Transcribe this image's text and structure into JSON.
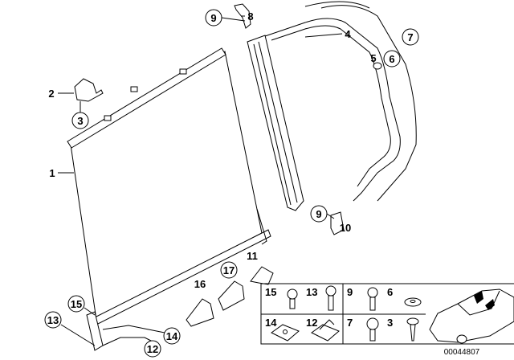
{
  "diagram": {
    "callouts": [
      {
        "id": "c9a",
        "label": "9",
        "circled": true
      },
      {
        "id": "c8",
        "label": "8",
        "circled": false
      },
      {
        "id": "c4",
        "label": "4",
        "circled": false
      },
      {
        "id": "c7",
        "label": "7",
        "circled": true
      },
      {
        "id": "c5",
        "label": "5",
        "circled": false
      },
      {
        "id": "c6",
        "label": "6",
        "circled": true
      },
      {
        "id": "c2",
        "label": "2",
        "circled": false
      },
      {
        "id": "c3",
        "label": "3",
        "circled": true
      },
      {
        "id": "c1",
        "label": "1",
        "circled": false
      },
      {
        "id": "c9b",
        "label": "9",
        "circled": true
      },
      {
        "id": "c10",
        "label": "10",
        "circled": false
      },
      {
        "id": "c11",
        "label": "11",
        "circled": false
      },
      {
        "id": "c17",
        "label": "17",
        "circled": true
      },
      {
        "id": "c16",
        "label": "16",
        "circled": false
      },
      {
        "id": "c15",
        "label": "15",
        "circled": true
      },
      {
        "id": "c13",
        "label": "13",
        "circled": true
      },
      {
        "id": "c14",
        "label": "14",
        "circled": true
      },
      {
        "id": "c12",
        "label": "12",
        "circled": true
      }
    ],
    "legend_box": [
      "15",
      "13",
      "9",
      "6",
      "14",
      "12",
      "7",
      "3"
    ],
    "reference_number": "00044807"
  }
}
